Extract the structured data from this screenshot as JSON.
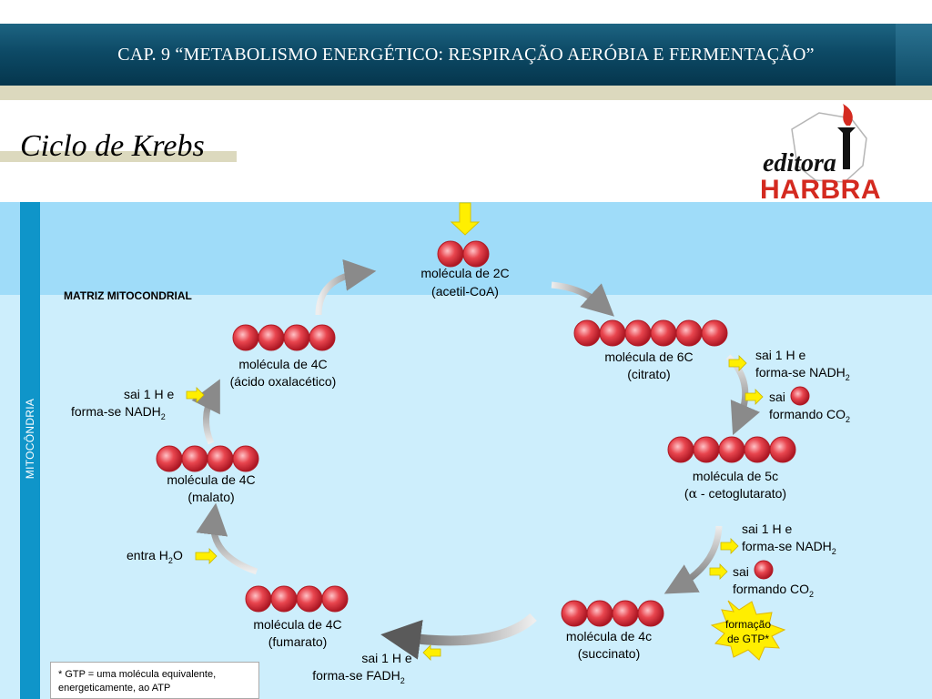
{
  "header": {
    "title": "CAP. 9 “METABOLISMO ENERGÉTICO: RESPIRAÇÃO AERÓBIA E FERMENTAÇÃO”"
  },
  "subtitle": "Ciclo de Krebs",
  "logo": {
    "script": "editora",
    "word": "HARBRA"
  },
  "side_label": "MITOCÔNDRIA",
  "matrix_label": "MATRIZ MITOCONDRIAL",
  "molecules": {
    "acetil": {
      "line1": "molécula de 2C",
      "line2": "(acetil-CoA)"
    },
    "citrato": {
      "line1": "molécula de 6C",
      "line2": "(citrato)"
    },
    "ceto": {
      "line1": "molécula de 5c",
      "line2a": "(",
      "alpha": "α",
      "line2b": " - cetoglutarato)"
    },
    "succinato": {
      "line1": "molécula de 4c",
      "line2": "(succinato)"
    },
    "fumarato": {
      "line1": "molécula de 4C",
      "line2": "(fumarato)"
    },
    "malato": {
      "line1": "molécula de 4C",
      "line2": "(malato)"
    },
    "oxalacetico": {
      "line1": "molécula de 4C",
      "line2": "(ácido oxalacético)"
    }
  },
  "labels": {
    "nadh_1": {
      "line1": "sai 1 H e",
      "line2": "forma-se NADH",
      "sub": "2"
    },
    "co2_1": {
      "line1": "sai",
      "line2": "formando CO",
      "sub": "2"
    },
    "nadh_2": {
      "line1": "sai 1 H e",
      "line2": "forma-se NADH",
      "sub": "2"
    },
    "co2_2": {
      "line1": "sai",
      "line2": "formando CO",
      "sub": "2"
    },
    "gtp": {
      "line1": "formação",
      "line2": "de GTP*"
    },
    "fadh": {
      "line1": "sai 1 H e",
      "line2": "forma-se FADH",
      "sub": "2"
    },
    "water": {
      "pre": "entra H",
      "sub": "2",
      "post": "O"
    },
    "nadh_3": {
      "line1": "sai 1 H e",
      "line2": "forma-se NADH",
      "sub": "2"
    }
  },
  "footnote": {
    "line1": "* GTP = uma molécula equivalente,",
    "line2": "energeticamente, ao ATP"
  },
  "colors": {
    "header": "#0d4a66",
    "band_top": "#9fdcf9",
    "band_main": "#cdeefc",
    "side_bar": "#0f95c9",
    "molecule": "#e0353f",
    "arrow_yellow": "#ffef00",
    "gtp_star": "#ffee00",
    "logo_red": "#d42a20"
  }
}
